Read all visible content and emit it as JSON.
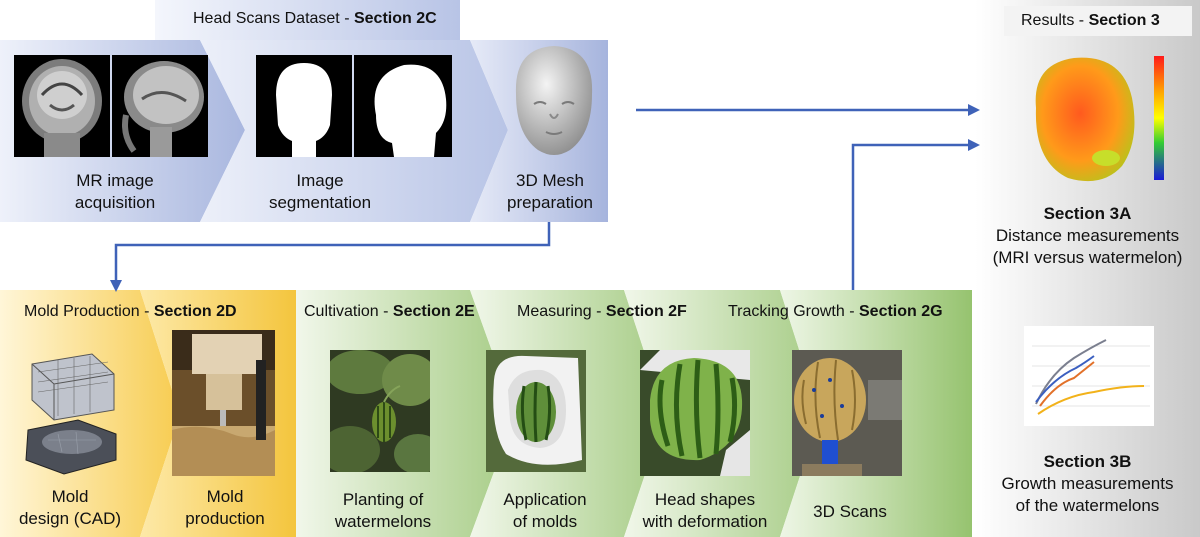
{
  "colors": {
    "blue_panel": "#a9b7df",
    "green_panel": "#a6cc85",
    "yellow_panel": "#f7cc50",
    "arrow": "#3f62b8",
    "results_gray": "#d4d4d4"
  },
  "groups": {
    "head_scans": {
      "title": "Head Scans Dataset - ",
      "section": "Section 2C"
    },
    "mold_production": {
      "title": "Mold Production - ",
      "section": "Section 2D"
    },
    "cultivation": {
      "title": "Cultivation - ",
      "section": "Section 2E"
    },
    "measuring": {
      "title": "Measuring - ",
      "section": "Section 2F"
    },
    "tracking": {
      "title": "Tracking Growth - ",
      "section": "Section 2G"
    },
    "results": {
      "title": "Results - ",
      "section": "Section 3"
    }
  },
  "steps": {
    "mr": {
      "line1": "MR image",
      "line2": "acquisition"
    },
    "seg": {
      "line1": "Image",
      "line2": "segmentation"
    },
    "mesh": {
      "line1": "3D Mesh",
      "line2": "preparation"
    },
    "design": {
      "line1": "Mold",
      "line2": "design (CAD)"
    },
    "prod": {
      "line1": "Mold",
      "line2": "production"
    },
    "plant": {
      "line1": "Planting of",
      "line2": "watermelons"
    },
    "app": {
      "line1": "Application",
      "line2": "of molds"
    },
    "head": {
      "line1": "Head shapes",
      "line2": "with deformation"
    },
    "scans": {
      "line1": "3D Scans"
    }
  },
  "results": {
    "a": {
      "title": "Section 3A",
      "line1": "Distance measurements",
      "line2": "(MRI versus watermelon)"
    },
    "b": {
      "title": "Section 3B",
      "line1": "Growth measurements",
      "line2": "of the watermelons"
    }
  },
  "photos": [
    {
      "id": "mri-coronal",
      "icon": "mri-scan-icon"
    },
    {
      "id": "mri-sagittal",
      "icon": "mri-scan-icon"
    },
    {
      "id": "seg-front",
      "icon": "segmentation-mask-icon"
    },
    {
      "id": "seg-side",
      "icon": "segmentation-mask-icon"
    },
    {
      "id": "head-mesh",
      "icon": "head-mesh-icon"
    },
    {
      "id": "cad-mold",
      "icon": "cad-mold-icon"
    },
    {
      "id": "milling",
      "icon": "milling-machine-icon"
    },
    {
      "id": "young-melon",
      "icon": "watermelon-icon"
    },
    {
      "id": "melon-in-mold",
      "icon": "watermelon-icon"
    },
    {
      "id": "deformed-melon",
      "icon": "watermelon-icon"
    },
    {
      "id": "scanned-melon",
      "icon": "watermelon-icon"
    },
    {
      "id": "heatmap-head",
      "icon": "heatmap-icon"
    },
    {
      "id": "growth-plot",
      "icon": "line-chart-icon"
    }
  ]
}
